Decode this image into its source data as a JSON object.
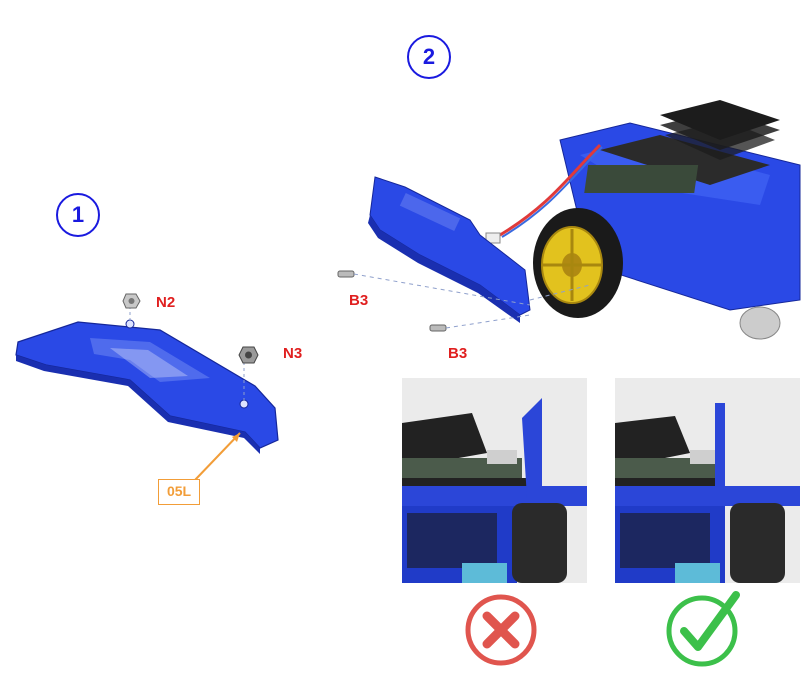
{
  "steps": {
    "step1": "1",
    "step2": "2"
  },
  "labels": {
    "n2": "N2",
    "n3": "N3",
    "b3_upper": "B3",
    "b3_lower": "B3",
    "callout": "05L"
  },
  "colors": {
    "step_blue": "#1a1adf",
    "part_blue": "#2a49e6",
    "label_red": "#e02020",
    "callout_orange": "#f29d38",
    "wrong_red": "#e0554e",
    "right_green": "#3cc04a"
  },
  "icons": {
    "wrong": "cross-icon",
    "right": "check-icon"
  }
}
